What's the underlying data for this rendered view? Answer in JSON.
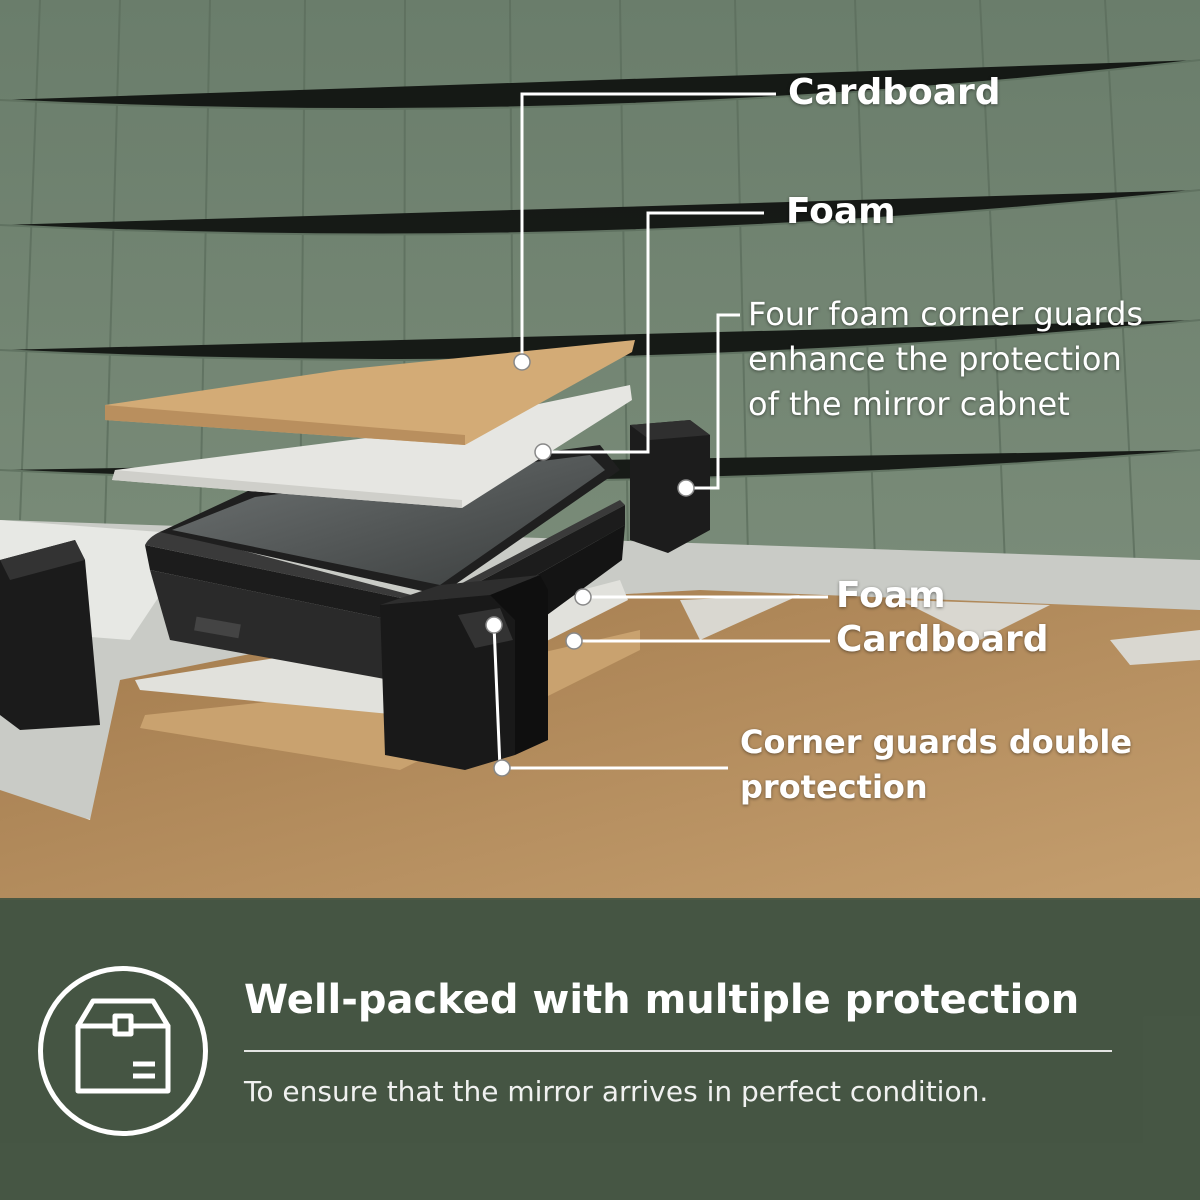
{
  "callouts": {
    "top_cardboard": "Cardboard",
    "top_foam": "Foam",
    "corner_guards_lines": [
      "Four foam corner guards",
      "enhance the protection",
      "of the mirror cabnet"
    ],
    "bottom_foam": "Foam",
    "bottom_cardboard": "Cardboard",
    "double_protection_lines": [
      "Corner guards double",
      "protection"
    ]
  },
  "footer": {
    "icon": "package-box-icon",
    "title": "Well-packed with multiple protection",
    "subtitle": "To ensure that the mirror arrives in perfect condition."
  },
  "colors": {
    "wall": "#6f8270",
    "cardboard": "#d2ab77",
    "foam": "#e4e4df",
    "cabinet": "#222222",
    "footer_band": "#445442",
    "text": "#ffffff"
  }
}
